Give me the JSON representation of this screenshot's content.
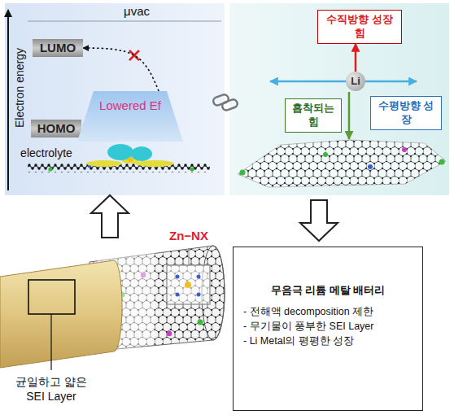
{
  "diagram": {
    "nodes": [
      {
        "text": [
          "LUMO"
        ]
      },
      {
        "text": [
          "HOMO"
        ]
      },
      {
        "text": [
          "Lowered Ef"
        ]
      },
      {
        "text": [
          "수직방향 성장 힘"
        ]
      },
      {
        "text": [
          "Li"
        ]
      },
      {
        "text": [
          "흡착되는 힘"
        ]
      },
      {
        "text": [
          "수평방향 성장"
        ]
      },
      {
        "text": [
          "무음극 리튬 메탈 배터리",
          "- 전해액 decomposition 제한",
          "- 무기물이 풍부한 SEI Layer",
          "- Li Metal의 평평한 성장"
        ]
      }
    ],
    "edges": [
      {
        "from": 2,
        "to": 0,
        "arrow": "to"
      },
      {
        "from": 4,
        "to": 3,
        "arrow": "to"
      }
    ],
    "labels": [
      "Electron energy",
      "μvac",
      "electrolyte",
      "Zn−NX",
      "균일하고 얇은 SEI Layer"
    ]
  }
}
